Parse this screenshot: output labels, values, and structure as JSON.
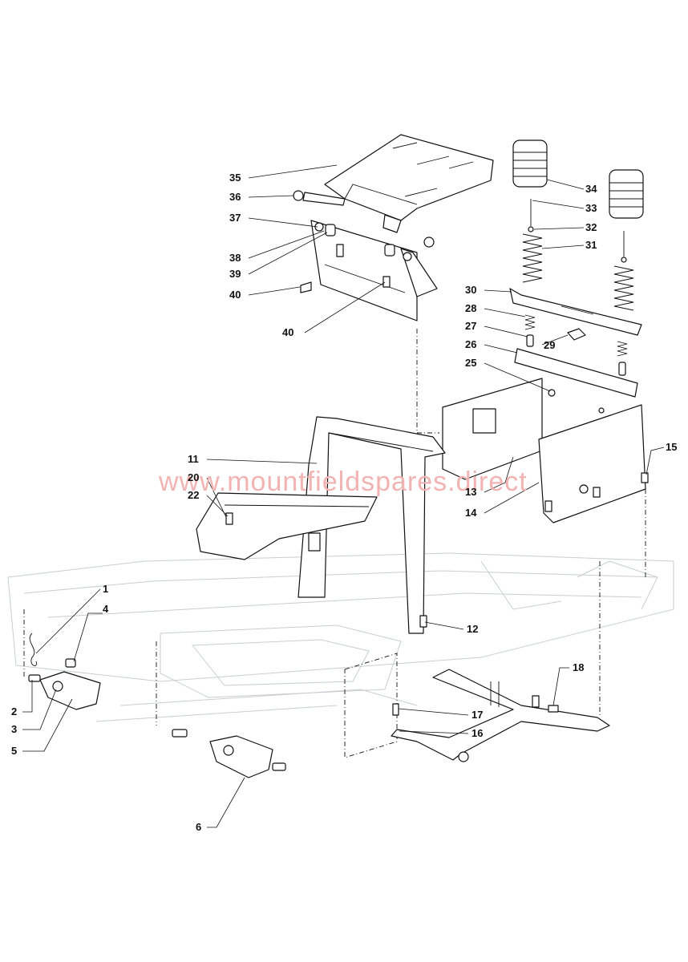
{
  "watermark": "www.mountfieldspares.direct",
  "callouts": [
    {
      "id": "c35",
      "text": "35"
    },
    {
      "id": "c36",
      "text": "36"
    },
    {
      "id": "c37",
      "text": "37"
    },
    {
      "id": "c38",
      "text": "38"
    },
    {
      "id": "c39",
      "text": "39"
    },
    {
      "id": "c40a",
      "text": "40"
    },
    {
      "id": "c40b",
      "text": "40"
    },
    {
      "id": "c34",
      "text": "34"
    },
    {
      "id": "c33",
      "text": "33"
    },
    {
      "id": "c32",
      "text": "32"
    },
    {
      "id": "c31",
      "text": "31"
    },
    {
      "id": "c30",
      "text": "30"
    },
    {
      "id": "c28",
      "text": "28"
    },
    {
      "id": "c27",
      "text": "27"
    },
    {
      "id": "c29",
      "text": "29"
    },
    {
      "id": "c26",
      "text": "26"
    },
    {
      "id": "c25",
      "text": "25"
    },
    {
      "id": "c11",
      "text": "11"
    },
    {
      "id": "c20",
      "text": "20"
    },
    {
      "id": "c22",
      "text": "22"
    },
    {
      "id": "c13",
      "text": "13"
    },
    {
      "id": "c14",
      "text": "14"
    },
    {
      "id": "c15",
      "text": "15"
    },
    {
      "id": "c12",
      "text": "12"
    },
    {
      "id": "c1",
      "text": "1"
    },
    {
      "id": "c4",
      "text": "4"
    },
    {
      "id": "c2",
      "text": "2"
    },
    {
      "id": "c3",
      "text": "3"
    },
    {
      "id": "c5",
      "text": "5"
    },
    {
      "id": "c6",
      "text": "6"
    },
    {
      "id": "c18",
      "text": "18"
    },
    {
      "id": "c17",
      "text": "17"
    },
    {
      "id": "c16",
      "text": "16"
    }
  ]
}
